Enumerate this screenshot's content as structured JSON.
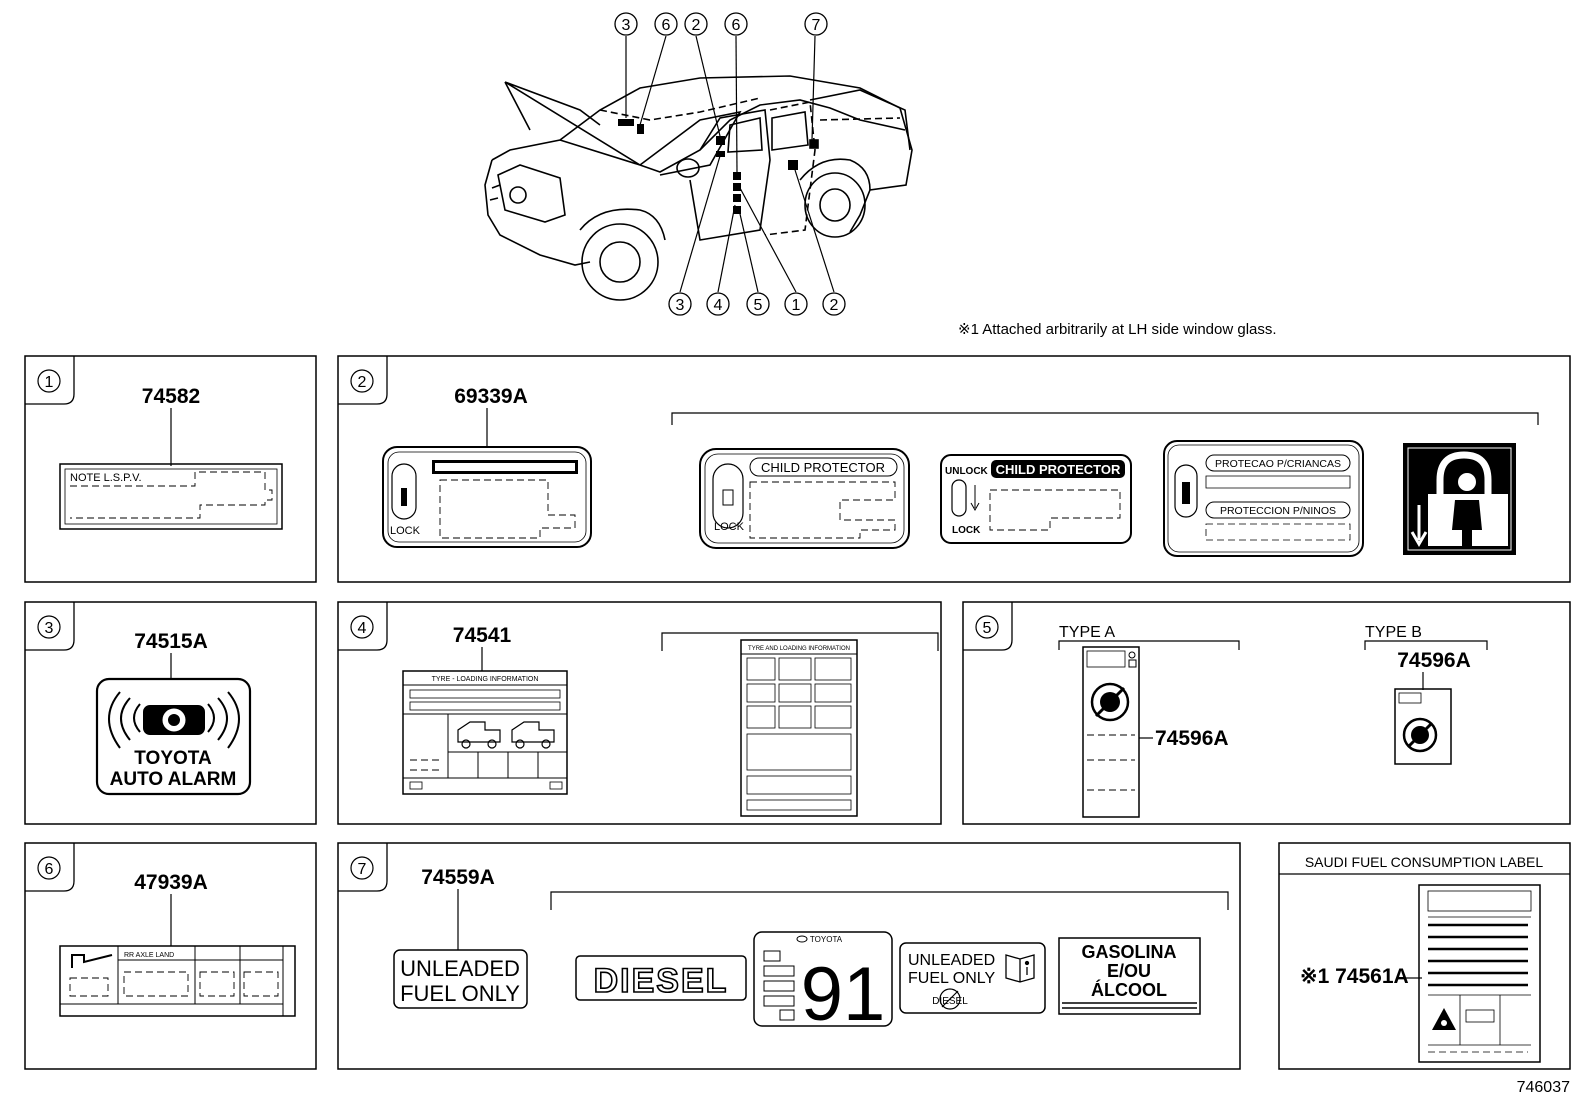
{
  "note": "※1  Attached arbitrarily at LH side window glass.",
  "diagram_code": "746037",
  "callouts_top": [
    "3",
    "6",
    "2",
    "6",
    "7"
  ],
  "callouts_bottom": [
    "3",
    "4",
    "5",
    "1",
    "2"
  ],
  "panels": {
    "p1": {
      "num": "1",
      "part": "74582",
      "label_title": "NOTE   L.S.P.V."
    },
    "p2": {
      "num": "2",
      "part": "69339A",
      "lock": "LOCK",
      "child_protector": "CHILD PROTECTOR",
      "unlock": "UNLOCK",
      "protecao": "PROTECAO P/CRIANCAS",
      "proteccion": "PROTECCION P/NINOS"
    },
    "p3": {
      "num": "3",
      "part": "74515A",
      "line1": "TOYOTA",
      "line2": "AUTO ALARM"
    },
    "p4": {
      "num": "4",
      "part": "74541",
      "tyre": "TYRE - LOADING INFORMATION",
      "tyre2": "TYRE AND LOADING INFORMATION"
    },
    "p5": {
      "num": "5",
      "type_a": "TYPE A",
      "type_b": "TYPE B",
      "part_a": "74596A",
      "part_b": "74596A"
    },
    "p6": {
      "num": "6",
      "part": "47939A",
      "rr_axle": "RR AXLE LAND"
    },
    "p7": {
      "num": "7",
      "part": "74559A",
      "unleaded1": "UNLEADED",
      "unleaded2": "FUEL ONLY",
      "diesel": "DIESEL",
      "toyota": "TOYOTA",
      "octane": "91",
      "unleaded_s1": "UNLEADED",
      "unleaded_s2": "FUEL ONLY",
      "diesel_small": "DIESEL",
      "gas1": "GASOLINA",
      "gas2": "E/OU",
      "gas3": "ÁLCOOL"
    },
    "p8": {
      "title": "SAUDI FUEL CONSUMPTION LABEL",
      "part": "※1 74561A"
    }
  }
}
